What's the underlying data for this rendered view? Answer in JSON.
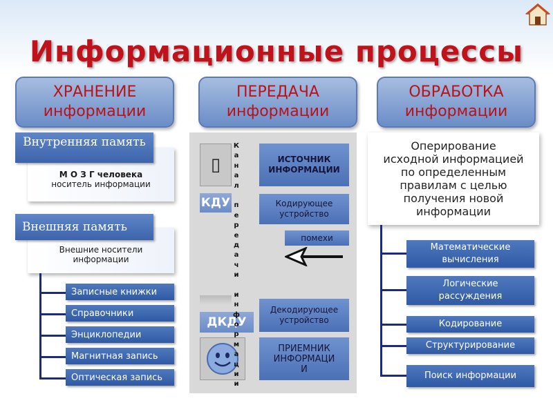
{
  "title": "Информационные процессы",
  "headers": {
    "storage": [
      "ХРАНЕНИЕ",
      "информации"
    ],
    "transfer": [
      "ПЕРЕДАЧА",
      "информации"
    ],
    "processing": [
      "ОБРАБОТКА",
      "информации"
    ]
  },
  "storage": {
    "internal_label": "Внутренняя память",
    "internal_desc": [
      "М О З Г человека",
      "носитель информации"
    ],
    "external_label": "Внешняя память",
    "external_desc": [
      "Внешние носители",
      "информации"
    ],
    "items": [
      "Записные книжки",
      "Справочники",
      "Энциклопедии",
      "Магнитная запись",
      "Оптическая запись"
    ]
  },
  "transfer": {
    "source": [
      "ИСТОЧНИК",
      "ИНФОРМАЦИИ"
    ],
    "encoder_short": "КДУ",
    "encoder": [
      "Кодирующее",
      "устройство"
    ],
    "noise": "помехи",
    "decoder_short": "ДКДУ",
    "decoder": [
      "Декодирующее",
      "устройство"
    ],
    "receiver": [
      "ПРИЕМНИК",
      "ИНФОРМАЦИ",
      "И"
    ],
    "channel_letters": [
      "К",
      "а",
      "н",
      "а",
      "л",
      "",
      "п",
      "е",
      "р",
      "е",
      "д",
      "а",
      "ч",
      "и",
      "",
      "и",
      "н",
      "ф",
      "о",
      "р",
      "м",
      "а",
      "ц",
      "и",
      "и"
    ],
    "source_glyph": "▯"
  },
  "processing": {
    "description": [
      "Оперирование",
      "исходной информацией",
      "по определенным",
      "правилам с целью",
      "получения новой",
      "информации"
    ],
    "items": [
      [
        "Математические",
        "вычисления"
      ],
      [
        "Логические",
        "рассуждения"
      ],
      [
        "Кодирование"
      ],
      [
        "Структурирование"
      ],
      [
        "Поиск информации"
      ]
    ]
  },
  "icons": {
    "home": "home-icon",
    "smiley": "smiley-icon",
    "arrow": "left-arrow-icon"
  }
}
